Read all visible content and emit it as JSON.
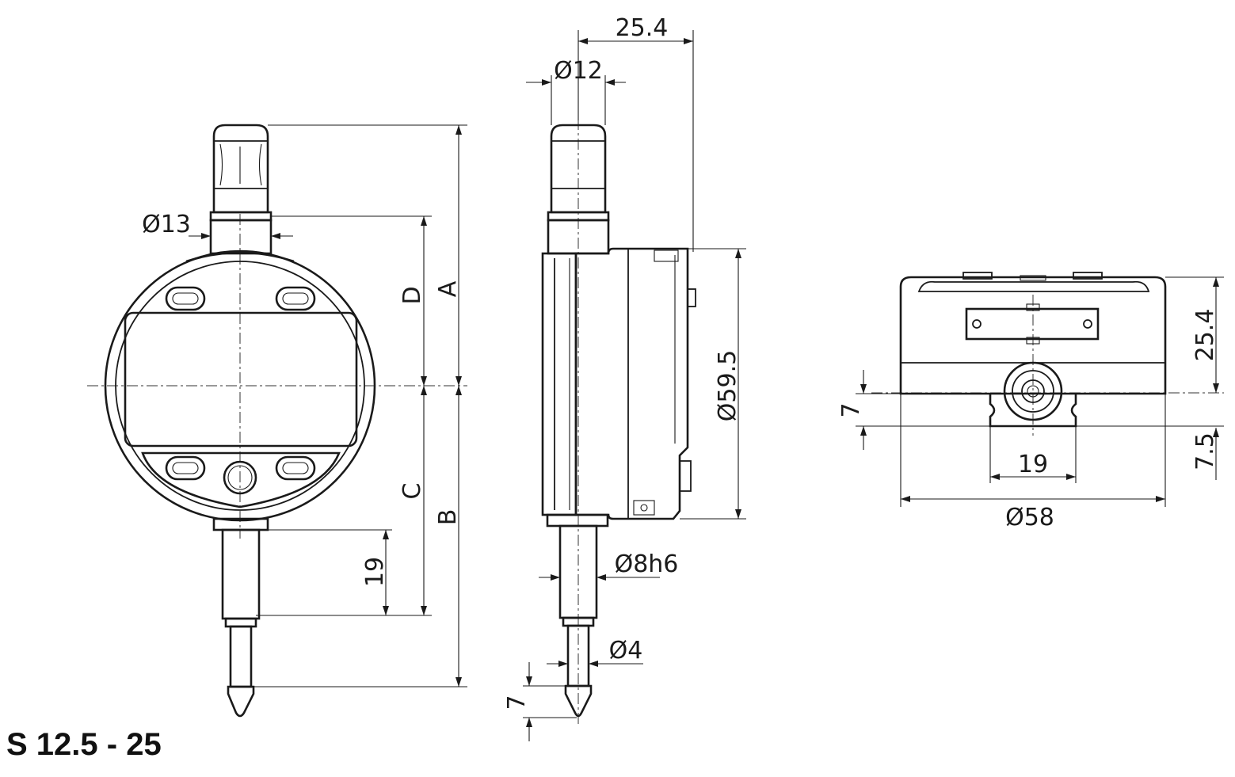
{
  "model_label": "S 12.5 - 25",
  "front_view": {
    "dia_stem_top": "Ø13",
    "label_A": "A",
    "label_B": "B",
    "label_C": "C",
    "label_D": "D",
    "dim_spindle_len": "19"
  },
  "side_view": {
    "depth": "25.4",
    "dia_top": "Ø12",
    "dia_body": "Ø59.5",
    "dia_spindle": "Ø8h6",
    "dia_tip": "Ø4",
    "tip_len": "7"
  },
  "rear_view": {
    "height": "25.4",
    "lug_offset": "7",
    "lug_height": "7.5",
    "lug_width": "19",
    "dia_back": "Ø58"
  },
  "colors": {
    "line": "#1a1a1a",
    "background": "#ffffff"
  }
}
